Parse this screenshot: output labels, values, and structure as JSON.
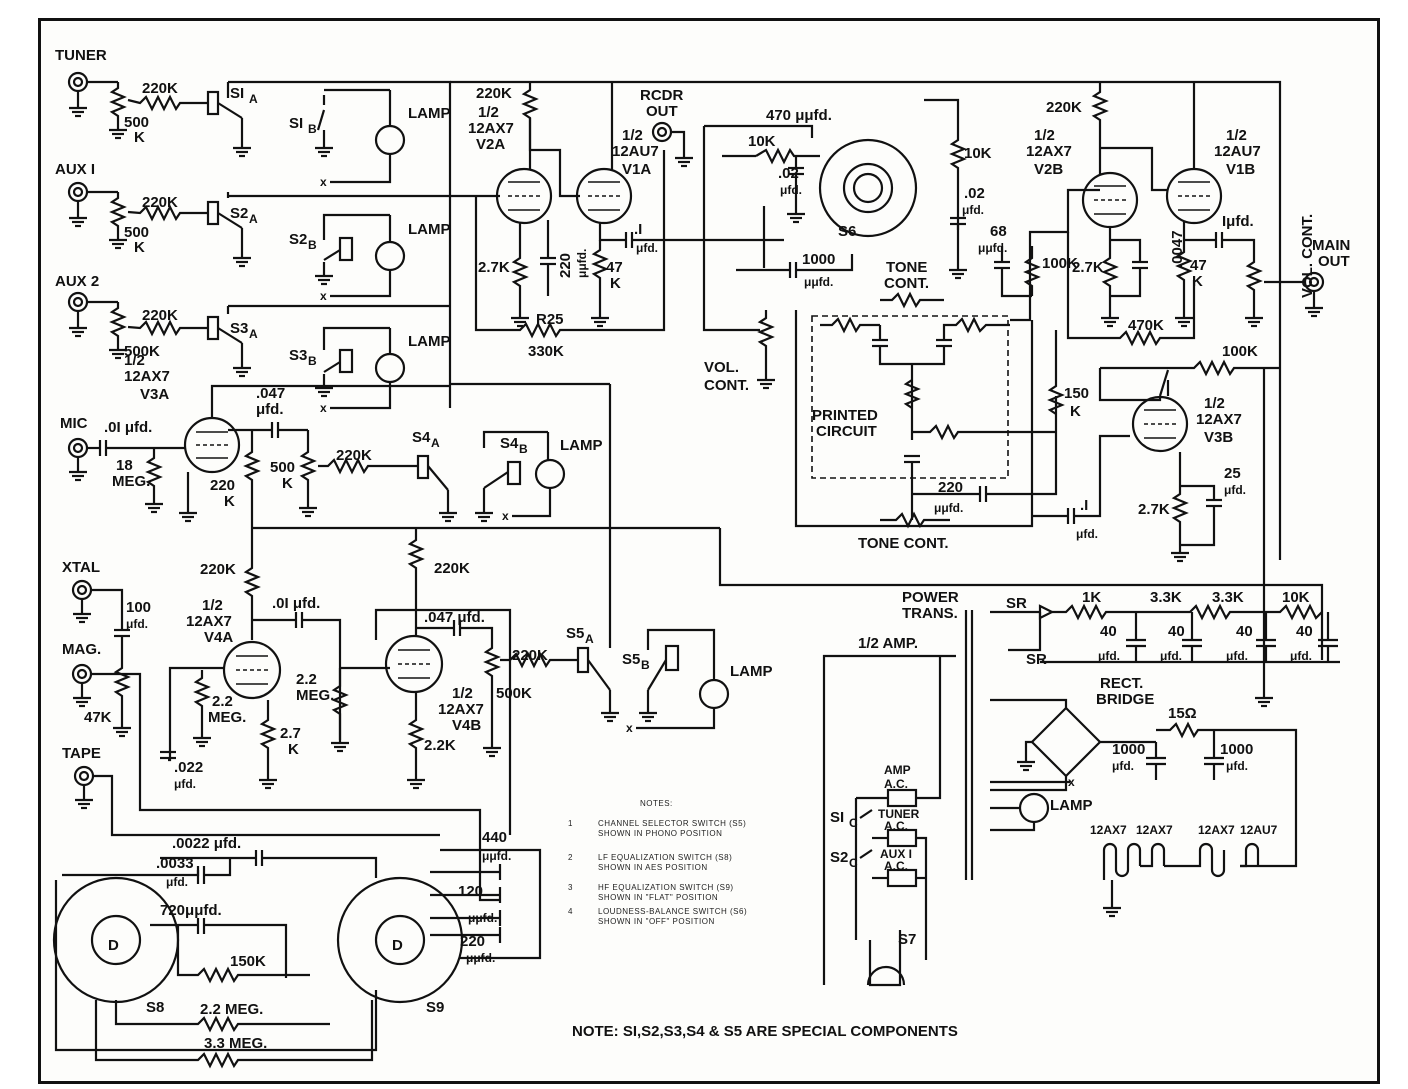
{
  "inputs": {
    "tuner": "TUNER",
    "aux1": "AUX I",
    "aux2": "AUX 2",
    "mic": "MIC",
    "xtal": "XTAL",
    "mag": "MAG.",
    "tape": "TAPE"
  },
  "outputs": {
    "rcdr_line1": "RCDR",
    "rcdr_line2": "OUT",
    "main_line1": "MAIN",
    "main_line2": "OUT"
  },
  "switches": {
    "s1a": "SI",
    "s1a_sub": "A",
    "s1b": "SI",
    "s1b_sub": "B",
    "s2a": "S2",
    "s2a_sub": "A",
    "s2b": "S2",
    "s2b_sub": "B",
    "s3a": "S3",
    "s3a_sub": "A",
    "s3b": "S3",
    "s3b_sub": "B",
    "s4a": "S4",
    "s4a_sub": "A",
    "s4b": "S4",
    "s4b_sub": "B",
    "s5a": "S5",
    "s5a_sub": "A",
    "s5b": "S5",
    "s5b_sub": "B",
    "s6": "S6",
    "s7": "S7",
    "s8": "S8",
    "s9": "S9",
    "s1c": "SI",
    "s1c_sub": "C",
    "s2c": "S2",
    "s2c_sub": "C"
  },
  "lamp": "LAMP",
  "x_mark": "x",
  "tubes": {
    "v2a": [
      "1/2",
      "12AX7",
      "V2A"
    ],
    "v1a": [
      "1/2",
      "12AU7",
      "V1A"
    ],
    "v2b": [
      "1/2",
      "12AX7",
      "V2B"
    ],
    "v1b": [
      "1/2",
      "12AU7",
      "V1B"
    ],
    "v3a": [
      "1/2",
      "12AX7",
      "V3A"
    ],
    "v3b": [
      "1/2",
      "12AX7",
      "V3B"
    ],
    "v4a": [
      "1/2",
      "12AX7",
      "V4A"
    ],
    "v4b": [
      "1/2",
      "12AX7",
      "V4B"
    ]
  },
  "values": {
    "r220k": "220K",
    "r500k_a": "500",
    "r500k_b": "K",
    "r500k": "500K",
    "r2_7k": "2.7K",
    "r47k_a": "47",
    "r47k_b": "K",
    "r47k": "47K",
    "r25": "R25",
    "r330k": "330K",
    "c_220uufd": "220",
    "c_uufd": "μμfd.",
    "c_1ufd": ".I",
    "c_ufd": "μfd.",
    "c_470": "470 μμfd.",
    "r10k": "10K",
    "c_02": ".02",
    "c_1000": "1000",
    "c_68": "68",
    "r100k": "100K",
    "c_0047": ".0047",
    "c_1ufd_b": "Iμfd.",
    "c_01ufd": ".0I μfd.",
    "r18meg_a": "18",
    "r18meg_b": "MEG.",
    "c_047": ".047",
    "r220_k": "220",
    "c_100": "100",
    "r2_2meg": "2.2",
    "meg": "MEG.",
    "r2_7": "2.7",
    "r2_2k": "2.2K",
    "c_022": ".022",
    "c_047b": ".047 μfd.",
    "r470k": "470K",
    "r150k": "150",
    "r150k_b": "K",
    "c_25": "25",
    "c_0022": ".0022 μfd.",
    "c_0033": ".0033",
    "c_720": "720μμfd.",
    "r150k_2": "150K",
    "r2_2meg_full": "2.2 MEG.",
    "r3_3meg": "3.3 MEG.",
    "c_440": "440",
    "c_120": "120",
    "r1k": "1K",
    "r3_3k": "3.3K",
    "c_40": "40",
    "c_1000ufd": "1000",
    "r15": "15Ω",
    "plus": "+"
  },
  "labels": {
    "vol_cont_1": "VOL.",
    "vol_cont_2": "CONT.",
    "tone_cont_1": "TONE",
    "tone_cont_2": "CONT.",
    "tone_cont_bottom": "TONE   CONT.",
    "printed_1": "PRINTED",
    "printed_2": "CIRCUIT",
    "power_1": "POWER",
    "power_2": "TRANS.",
    "sr": "SR",
    "half_amp": "1/2 AMP.",
    "rect_1": "RECT.",
    "rect_2": "BRIDGE",
    "amp_ac_1": "AMP",
    "amp_ac_2": "A.C.",
    "tuner_ac_1": "TUNER",
    "tuner_ac_2": "A.C.",
    "aux_ac_1": "AUX I",
    "aux_ac_2": "A.C.",
    "vol_cont_vert": "VOL. CONT.",
    "heaters": [
      "12AX7",
      "12AX7",
      "12AX7",
      "12AU7"
    ]
  },
  "notes": {
    "title": "NOTES:",
    "items": [
      {
        "num": "1",
        "line1": "CHANNEL SELECTOR SWITCH (S5)",
        "line2": "SHOWN IN PHONO POSITION"
      },
      {
        "num": "2",
        "line1": "LF EQUALIZATION SWITCH (S8)",
        "line2": "SHOWN IN AES POSITION"
      },
      {
        "num": "3",
        "line1": "HF EQUALIZATION SWITCH (S9)",
        "line2": "SHOWN IN \"FLAT\" POSITION"
      },
      {
        "num": "4",
        "line1": "LOUDNESS-BALANCE SWITCH (S6)",
        "line2": "SHOWN IN \"OFF\" POSITION"
      }
    ],
    "footer": "NOTE: SI,S2,S3,S4 & S5 ARE SPECIAL COMPONENTS"
  }
}
